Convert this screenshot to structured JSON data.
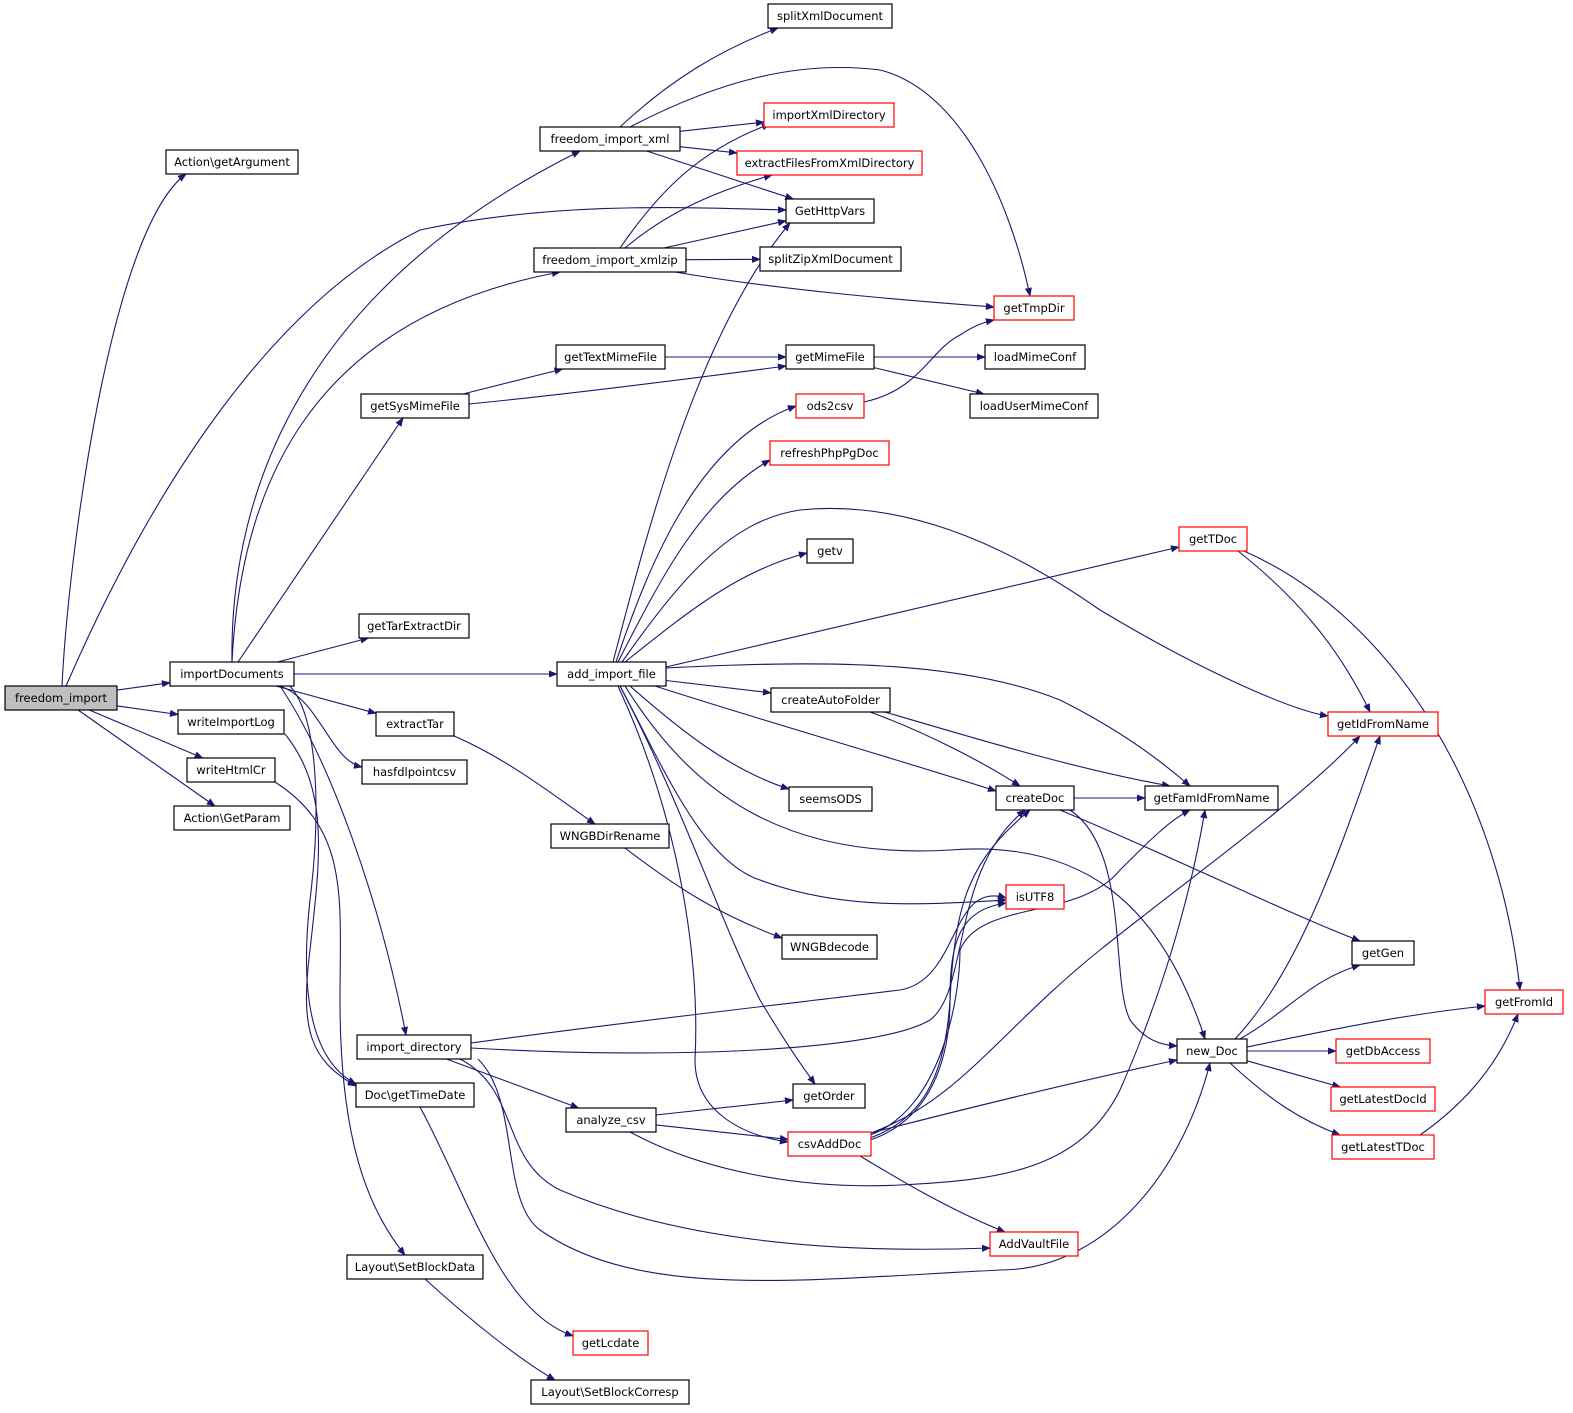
{
  "colors": {
    "edge": "#191970",
    "node_border": "#000000",
    "node_border_external": "#ff0000",
    "root_fill": "#bfbfbf",
    "node_fill": "#ffffff"
  },
  "nodes": [
    {
      "id": "freedom_import",
      "label": "freedom_import",
      "style": "root"
    },
    {
      "id": "getArgument",
      "label": "Action\\getArgument",
      "style": "normal"
    },
    {
      "id": "importDocuments",
      "label": "importDocuments",
      "style": "normal"
    },
    {
      "id": "writeImportLog",
      "label": "writeImportLog",
      "style": "normal"
    },
    {
      "id": "writeHtmlCr",
      "label": "writeHtmlCr",
      "style": "normal"
    },
    {
      "id": "GetParam",
      "label": "Action\\GetParam",
      "style": "normal"
    },
    {
      "id": "freedom_import_xml",
      "label": "freedom_import_xml",
      "style": "normal"
    },
    {
      "id": "freedom_import_xmlzip",
      "label": "freedom_import_xmlzip",
      "style": "normal"
    },
    {
      "id": "getSysMimeFile",
      "label": "getSysMimeFile",
      "style": "normal"
    },
    {
      "id": "getTarExtractDir",
      "label": "getTarExtractDir",
      "style": "normal"
    },
    {
      "id": "extractTar",
      "label": "extractTar",
      "style": "normal"
    },
    {
      "id": "hasfdlpointcsv",
      "label": "hasfdlpointcsv",
      "style": "normal"
    },
    {
      "id": "import_directory",
      "label": "import_directory",
      "style": "normal"
    },
    {
      "id": "getTimeDate",
      "label": "Doc\\getTimeDate",
      "style": "normal"
    },
    {
      "id": "SetBlockData",
      "label": "Layout\\SetBlockData",
      "style": "normal"
    },
    {
      "id": "SetBlockCorresp",
      "label": "Layout\\SetBlockCorresp",
      "style": "normal"
    },
    {
      "id": "splitXmlDocument",
      "label": "splitXmlDocument",
      "style": "normal"
    },
    {
      "id": "importXmlDirectory",
      "label": "importXmlDirectory",
      "style": "external"
    },
    {
      "id": "extractFilesFromXmlDirectory",
      "label": "extractFilesFromXmlDirectory",
      "style": "external"
    },
    {
      "id": "GetHttpVars",
      "label": "GetHttpVars",
      "style": "normal"
    },
    {
      "id": "splitZipXmlDocument",
      "label": "splitZipXmlDocument",
      "style": "normal"
    },
    {
      "id": "getTmpDir",
      "label": "getTmpDir",
      "style": "external"
    },
    {
      "id": "getTextMimeFile",
      "label": "getTextMimeFile",
      "style": "normal"
    },
    {
      "id": "getMimeFile",
      "label": "getMimeFile",
      "style": "normal"
    },
    {
      "id": "loadMimeConf",
      "label": "loadMimeConf",
      "style": "normal"
    },
    {
      "id": "loadUserMimeConf",
      "label": "loadUserMimeConf",
      "style": "normal"
    },
    {
      "id": "ods2csv",
      "label": "ods2csv",
      "style": "external"
    },
    {
      "id": "refreshPhpPgDoc",
      "label": "refreshPhpPgDoc",
      "style": "external"
    },
    {
      "id": "getv",
      "label": "getv",
      "style": "normal"
    },
    {
      "id": "getTDoc",
      "label": "getTDoc",
      "style": "external"
    },
    {
      "id": "add_import_file",
      "label": "add_import_file",
      "style": "normal"
    },
    {
      "id": "createAutoFolder",
      "label": "createAutoFolder",
      "style": "normal"
    },
    {
      "id": "getIdFromName",
      "label": "getIdFromName",
      "style": "external"
    },
    {
      "id": "seemsODS",
      "label": "seemsODS",
      "style": "normal"
    },
    {
      "id": "createDoc",
      "label": "createDoc",
      "style": "normal"
    },
    {
      "id": "getFamIdFromName",
      "label": "getFamIdFromName",
      "style": "normal"
    },
    {
      "id": "WNGBDirRename",
      "label": "WNGBDirRename",
      "style": "normal"
    },
    {
      "id": "isUTF8",
      "label": "isUTF8",
      "style": "external"
    },
    {
      "id": "WNGBdecode",
      "label": "WNGBdecode",
      "style": "normal"
    },
    {
      "id": "getGen",
      "label": "getGen",
      "style": "normal"
    },
    {
      "id": "getFromId",
      "label": "getFromId",
      "style": "external"
    },
    {
      "id": "new_Doc",
      "label": "new_Doc",
      "style": "normal"
    },
    {
      "id": "getDbAccess",
      "label": "getDbAccess",
      "style": "external"
    },
    {
      "id": "getOrder",
      "label": "getOrder",
      "style": "normal"
    },
    {
      "id": "analyze_csv",
      "label": "analyze_csv",
      "style": "normal"
    },
    {
      "id": "csvAddDoc",
      "label": "csvAddDoc",
      "style": "external"
    },
    {
      "id": "getLatestDocId",
      "label": "getLatestDocId",
      "style": "external"
    },
    {
      "id": "getLatestTDoc",
      "label": "getLatestTDoc",
      "style": "external"
    },
    {
      "id": "AddVaultFile",
      "label": "AddVaultFile",
      "style": "external"
    },
    {
      "id": "getLcdate",
      "label": "getLcdate",
      "style": "external"
    }
  ]
}
